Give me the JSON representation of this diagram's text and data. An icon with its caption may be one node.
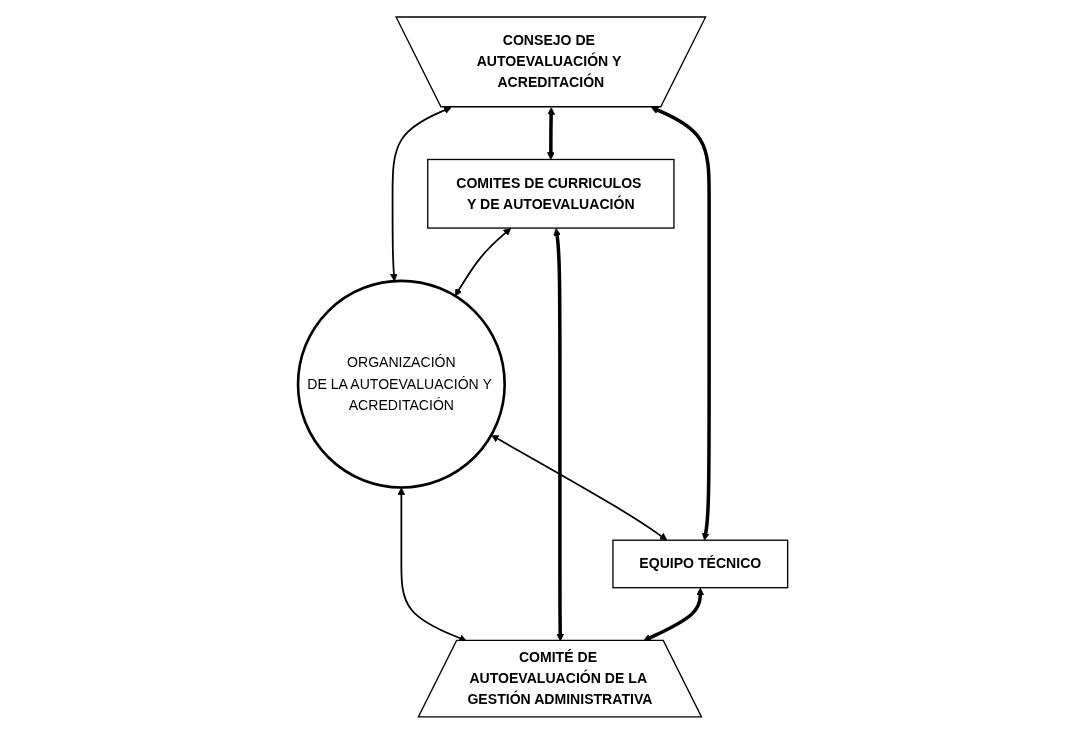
{
  "diagram": {
    "nodes": [
      {
        "text": [
          "CONSEJO DE AUTOEVALUACIÓN Y ACREDITACIÓN"
        ]
      },
      {
        "text": [
          "COMITES DE CURRICULOS Y DE AUTOEVALUACIÓN"
        ]
      },
      {
        "text": [
          "ORGANIZACIÓN",
          "DE LA AUTOEVALUACIÓN Y ACREDITACIÓN"
        ]
      },
      {
        "text": [
          "EQUIPO TÉCNICO"
        ]
      },
      {
        "text": [
          "COMITÉ DE AUTOEVALUACIÓN DE LA GESTIÓN ADMINISTRATIVA"
        ]
      }
    ],
    "edges": [
      {
        "from": 0,
        "to": 2,
        "arrow": "both"
      },
      {
        "from": 1,
        "to": 2,
        "arrow": "both"
      },
      {
        "from": 2,
        "to": 3,
        "arrow": "both"
      },
      {
        "from": 2,
        "to": 4,
        "arrow": "both"
      },
      {
        "from": 0,
        "to": 1,
        "arrow": "both",
        "style": "thick"
      },
      {
        "from": 0,
        "to": 3,
        "arrow": "both",
        "style": "thick"
      },
      {
        "from": 1,
        "to": 4,
        "arrow": "both",
        "style": "thick"
      },
      {
        "from": 3,
        "to": 4,
        "arrow": "both",
        "style": "thick"
      }
    ]
  }
}
